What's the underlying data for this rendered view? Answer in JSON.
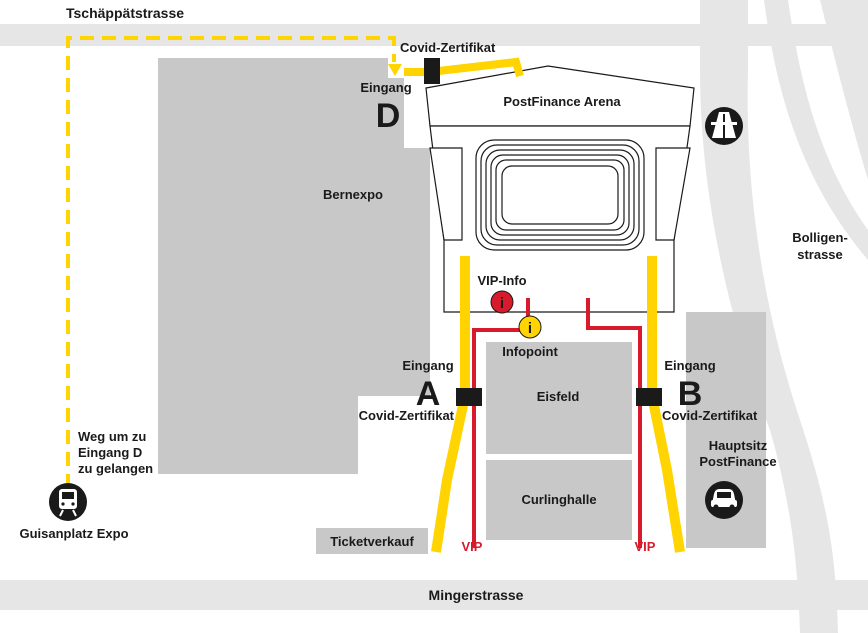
{
  "streets": {
    "north": "Tschäppätstrasse",
    "south": "Mingerstrasse",
    "east_line1": "Bolligen-",
    "east_line2": "strasse"
  },
  "buildings": {
    "arena": "PostFinance Arena",
    "expo": "Bernexpo",
    "ice": "Eisfeld",
    "curling": "Curlinghalle",
    "hq_line1": "Hauptsitz",
    "hq_line2": "PostFinance",
    "tickets": "Ticketverkauf"
  },
  "entrances": {
    "word": "Eingang",
    "covid": "Covid-Zertifikat",
    "a": "A",
    "b": "B",
    "d": "D"
  },
  "info": {
    "vip_info": "VIP-Info",
    "infopoint": "Infopoint",
    "vip": "VIP",
    "i_glyph": "i"
  },
  "route": {
    "line1": "Weg um zu",
    "line2": "Eingang D",
    "line3": "zu gelangen"
  },
  "station": "Guisanplatz Expo",
  "icons": [
    "train-icon",
    "highway-icon",
    "car-icon",
    "info-icon"
  ],
  "colors": {
    "street": "#e6e6e6",
    "building": "#c8c8c8",
    "yellow": "#ffd400",
    "red": "#d81b2c",
    "dark": "#1a1a1a"
  }
}
